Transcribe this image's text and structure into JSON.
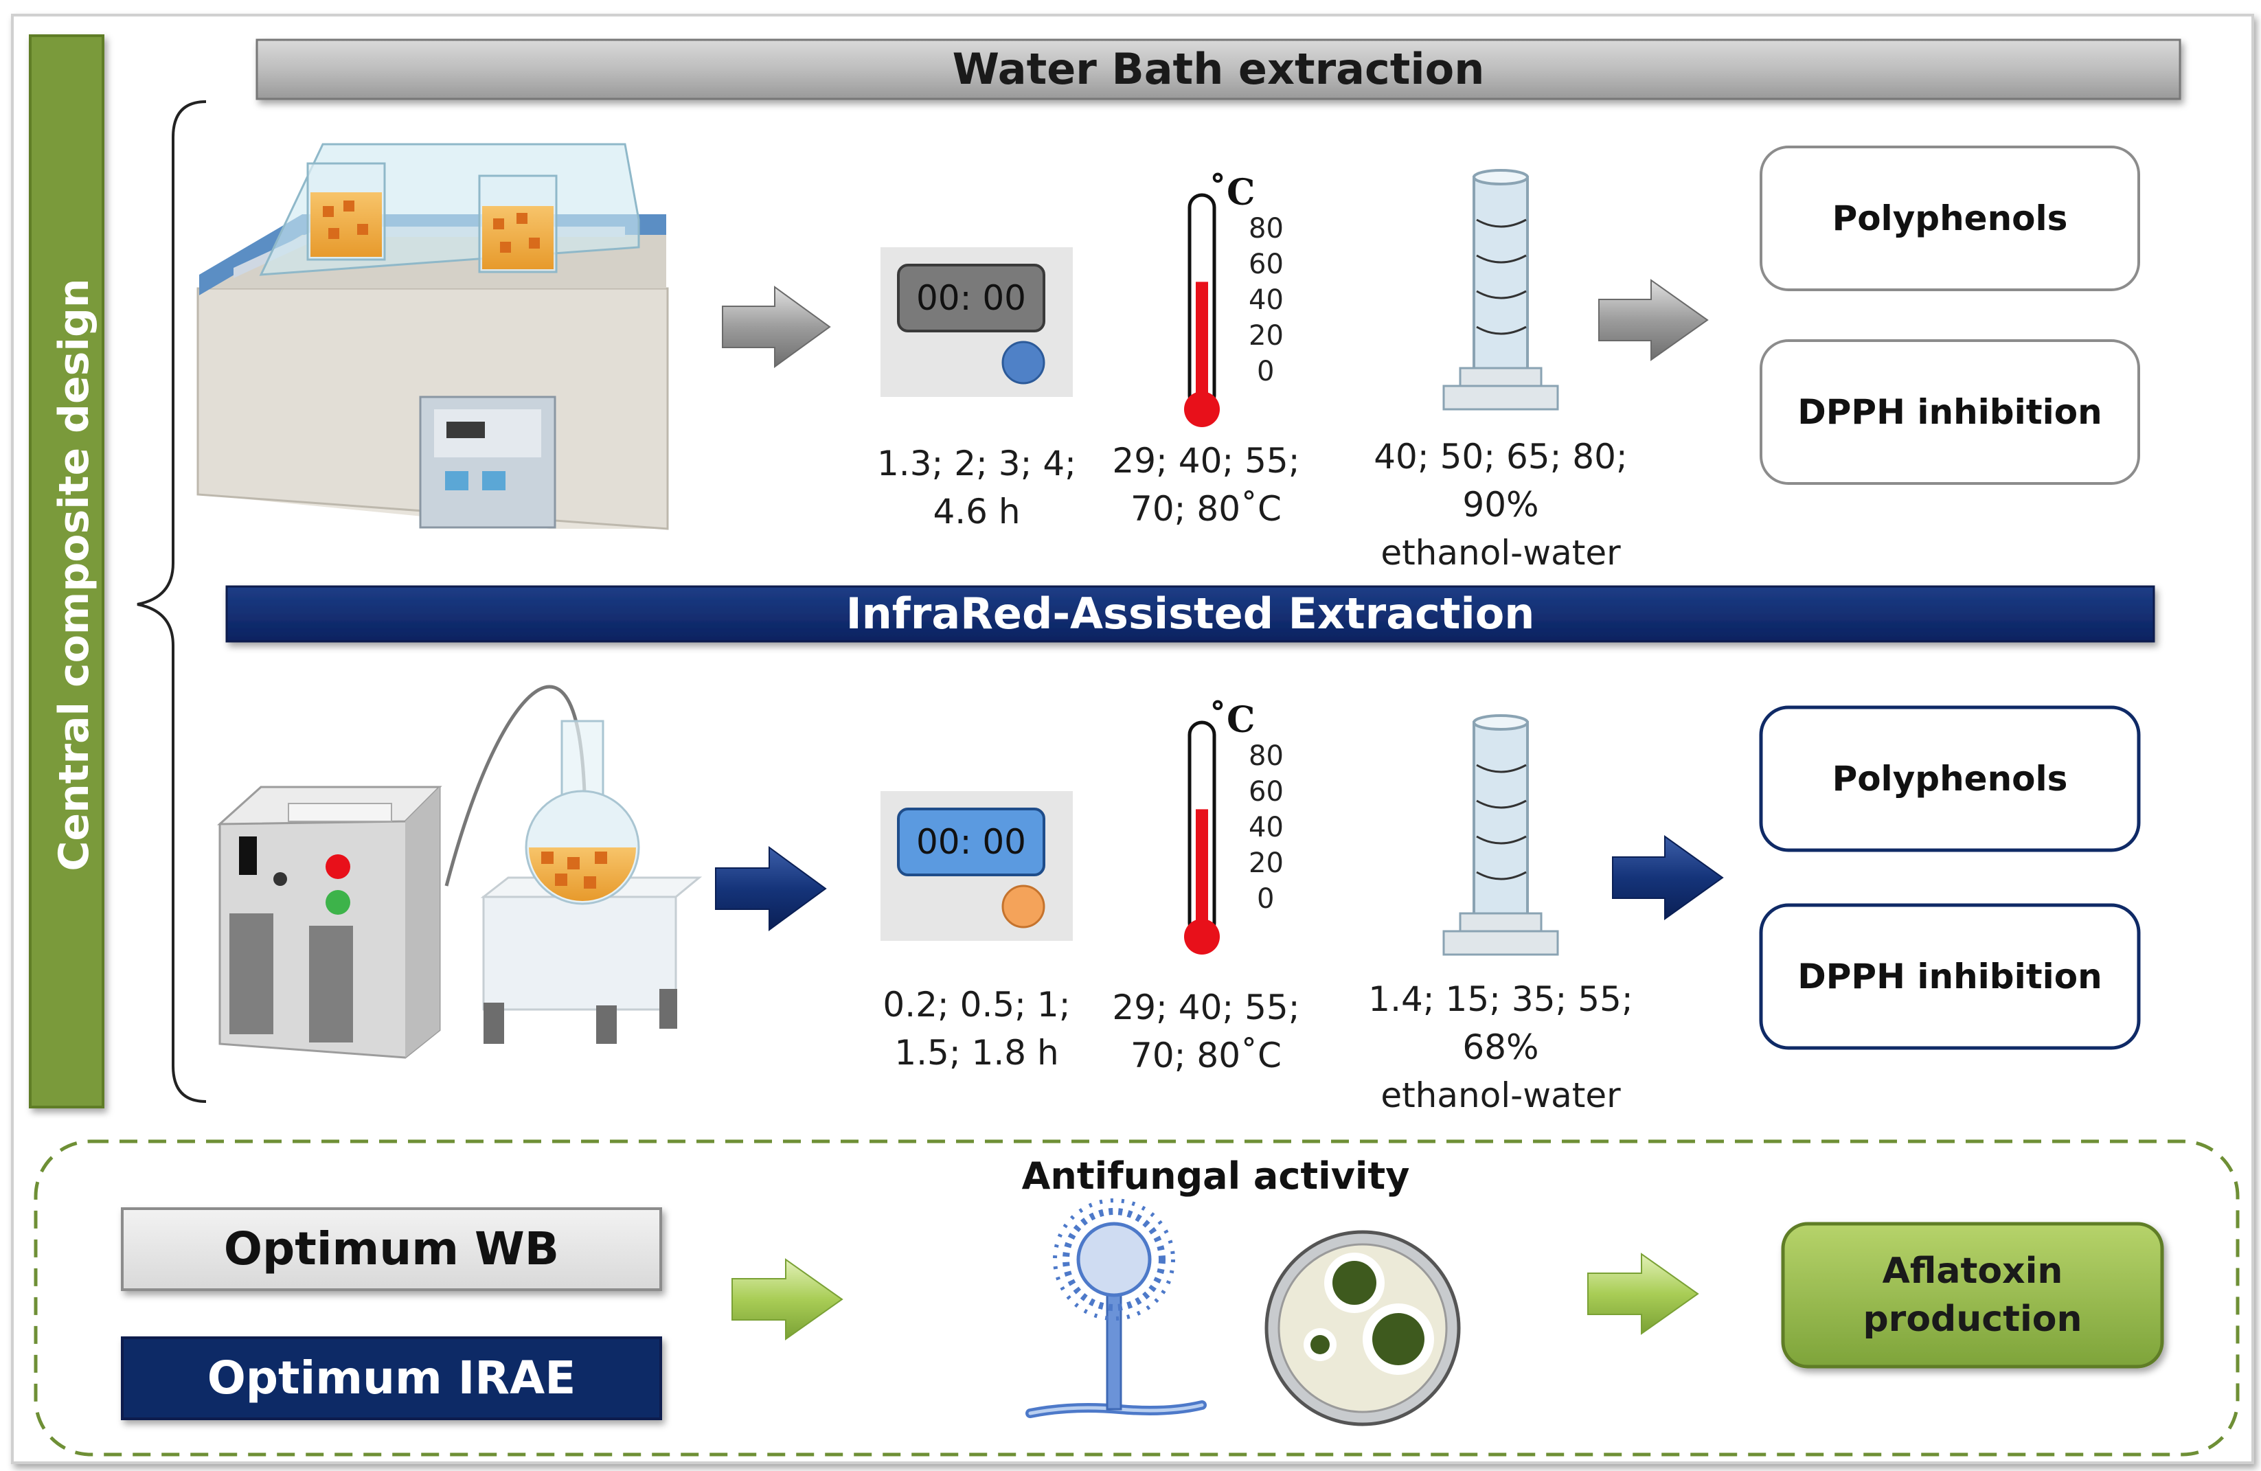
{
  "side_label": "Central composite design",
  "wb": {
    "title": "Water Bath extraction",
    "timer_display": "00: 00",
    "time_values": "1.3; 2; 3; 4;\n4.6 h",
    "temp_values": "29; 40; 55;\n70; 80˚C",
    "solvent_values": "40; 50; 65; 80;\n90%\nethanol-water",
    "output_1": "Polyphenols",
    "output_2": "DPPH inhibition"
  },
  "irae": {
    "title": "InfraRed-Assisted Extraction",
    "timer_display": "00: 00",
    "time_values": "0.2; 0.5; 1;\n1.5; 1.8 h",
    "temp_values": "29; 40; 55;\n70; 80˚C",
    "solvent_values": "1.4; 15; 35; 55;\n68%\nethanol-water",
    "output_1": "Polyphenols",
    "output_2": "DPPH inhibition"
  },
  "thermometer": {
    "unit": "˚C",
    "ticks": [
      "80",
      "60",
      "40",
      "20",
      "0"
    ],
    "level_fraction": 0.6
  },
  "bottom": {
    "title": "Antifungal activity",
    "optimum_wb": "Optimum WB",
    "optimum_irae": "Optimum IRAE",
    "result": "Aflatoxin\nproduction"
  },
  "colors": {
    "green": "#7a9a3a",
    "green_light": "#9bc04b",
    "navy": "#0f2a66",
    "grey_banner": "#b8b8b8",
    "red": "#e8101a"
  },
  "icons": [
    "water-bath-icon",
    "timer-icon",
    "thermometer-icon",
    "graduated-cylinder-icon",
    "infrared-heater-icon",
    "round-flask-icon",
    "aspergillus-icon",
    "petri-dish-icon"
  ]
}
